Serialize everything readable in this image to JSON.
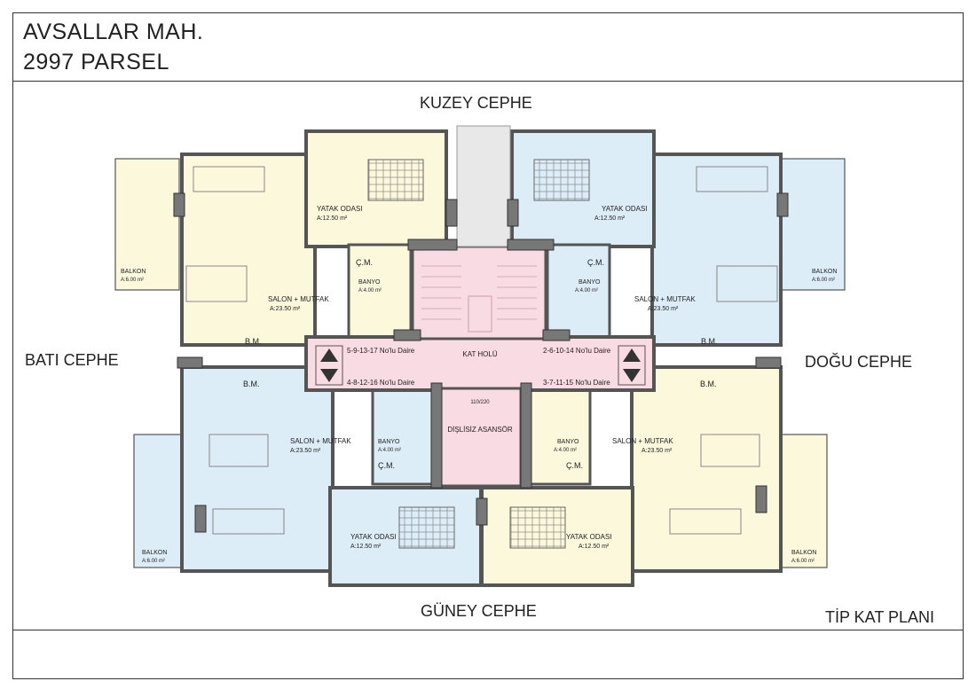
{
  "header": {
    "line1": "AVSALLAR  MAH.",
    "line2": "2997 PARSEL"
  },
  "facades": {
    "north": "KUZEY CEPHE",
    "south": "GÜNEY CEPHE",
    "west": "BATI CEPHE",
    "east": "DOĞU CEPHE"
  },
  "plan_title": "TİP KAT PLANI",
  "core": {
    "hall": "KAT HOLÜ",
    "elevator": "DİŞLİSİZ ASANSÖR",
    "elevator_door": "110/220",
    "unit_nw": "5-9-13-17 No'lu Daire",
    "unit_ne": "2-6-10-14 No'lu Daire",
    "unit_sw": "4-8-12-16 No'lu Daire",
    "unit_se": "3-7-11-15 No'lu Daire"
  },
  "rooms": {
    "yatak": "YATAK ODASI",
    "yatak_area": "A:12.50 m²",
    "salon": "SALON + MUTFAK",
    "salon_area": "A:23.50 m²",
    "banyo": "BANYO",
    "banyo_area": "A:4.00 m²",
    "balkon": "BALKON",
    "balkon_area": "A:6.00 m²",
    "cm": "Ç.M.",
    "bm": "B.M."
  },
  "colors": {
    "yellow": "#fbf8dc",
    "blue": "#dcedf8",
    "pink": "#f9dbe3",
    "wall": "#555555"
  }
}
